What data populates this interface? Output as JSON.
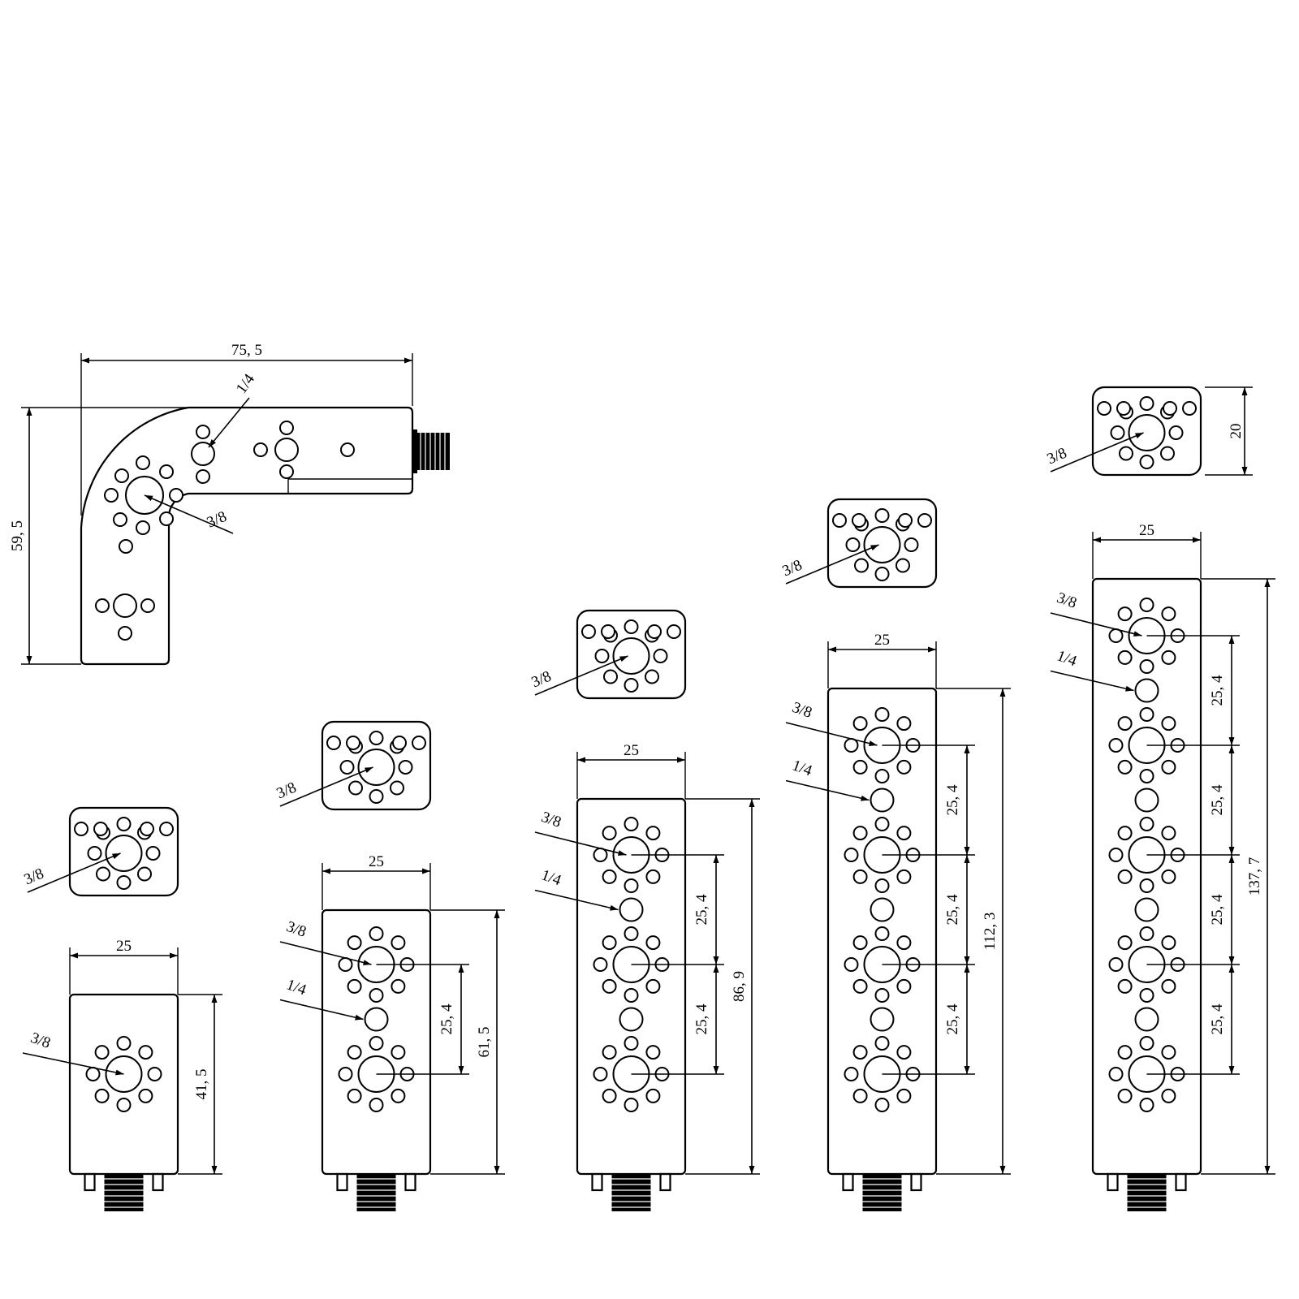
{
  "title": "",
  "labels": {
    "thread_large": "3/8",
    "thread_small": "1/4",
    "width": "25",
    "pitch": "25, 4",
    "bracket_width": "75, 5",
    "bracket_height": "59, 5",
    "short_top_height": "20"
  },
  "bars": [
    {
      "height_label": "41, 5",
      "large_holes": 1,
      "small_holes": 0
    },
    {
      "height_label": "61, 5",
      "large_holes": 2,
      "small_holes": 1
    },
    {
      "height_label": "86, 9",
      "large_holes": 3,
      "small_holes": 2
    },
    {
      "height_label": "112, 3",
      "large_holes": 4,
      "small_holes": 3
    },
    {
      "height_label": "137, 7",
      "large_holes": 5,
      "small_holes": 4
    }
  ],
  "colors": {
    "line": "#000000",
    "background": "#ffffff"
  }
}
